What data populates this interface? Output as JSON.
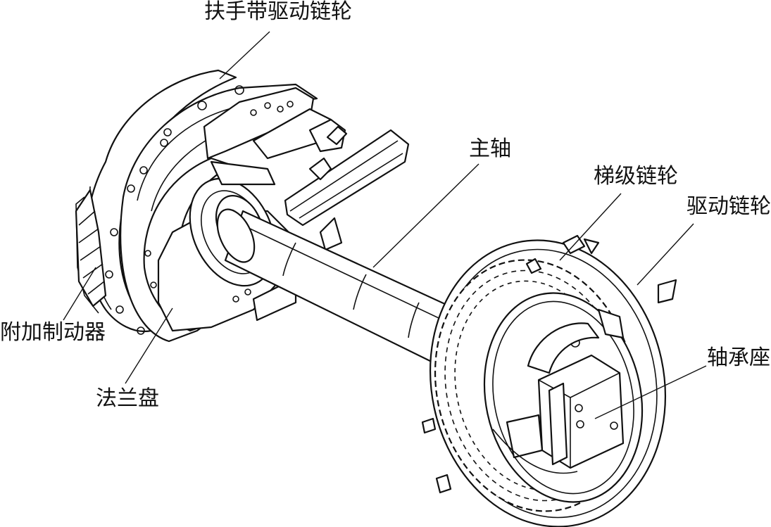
{
  "diagram": {
    "labels": {
      "handrail_drive_sprocket": "扶手带驱动链轮",
      "main_shaft": "主轴",
      "step_sprocket": "梯级链轮",
      "drive_sprocket": "驱动链轮",
      "auxiliary_brake": "附加制动器",
      "flange": "法兰盘",
      "bearing_seat": "轴承座"
    },
    "line_color": "#111111",
    "background": "#ffffff"
  }
}
